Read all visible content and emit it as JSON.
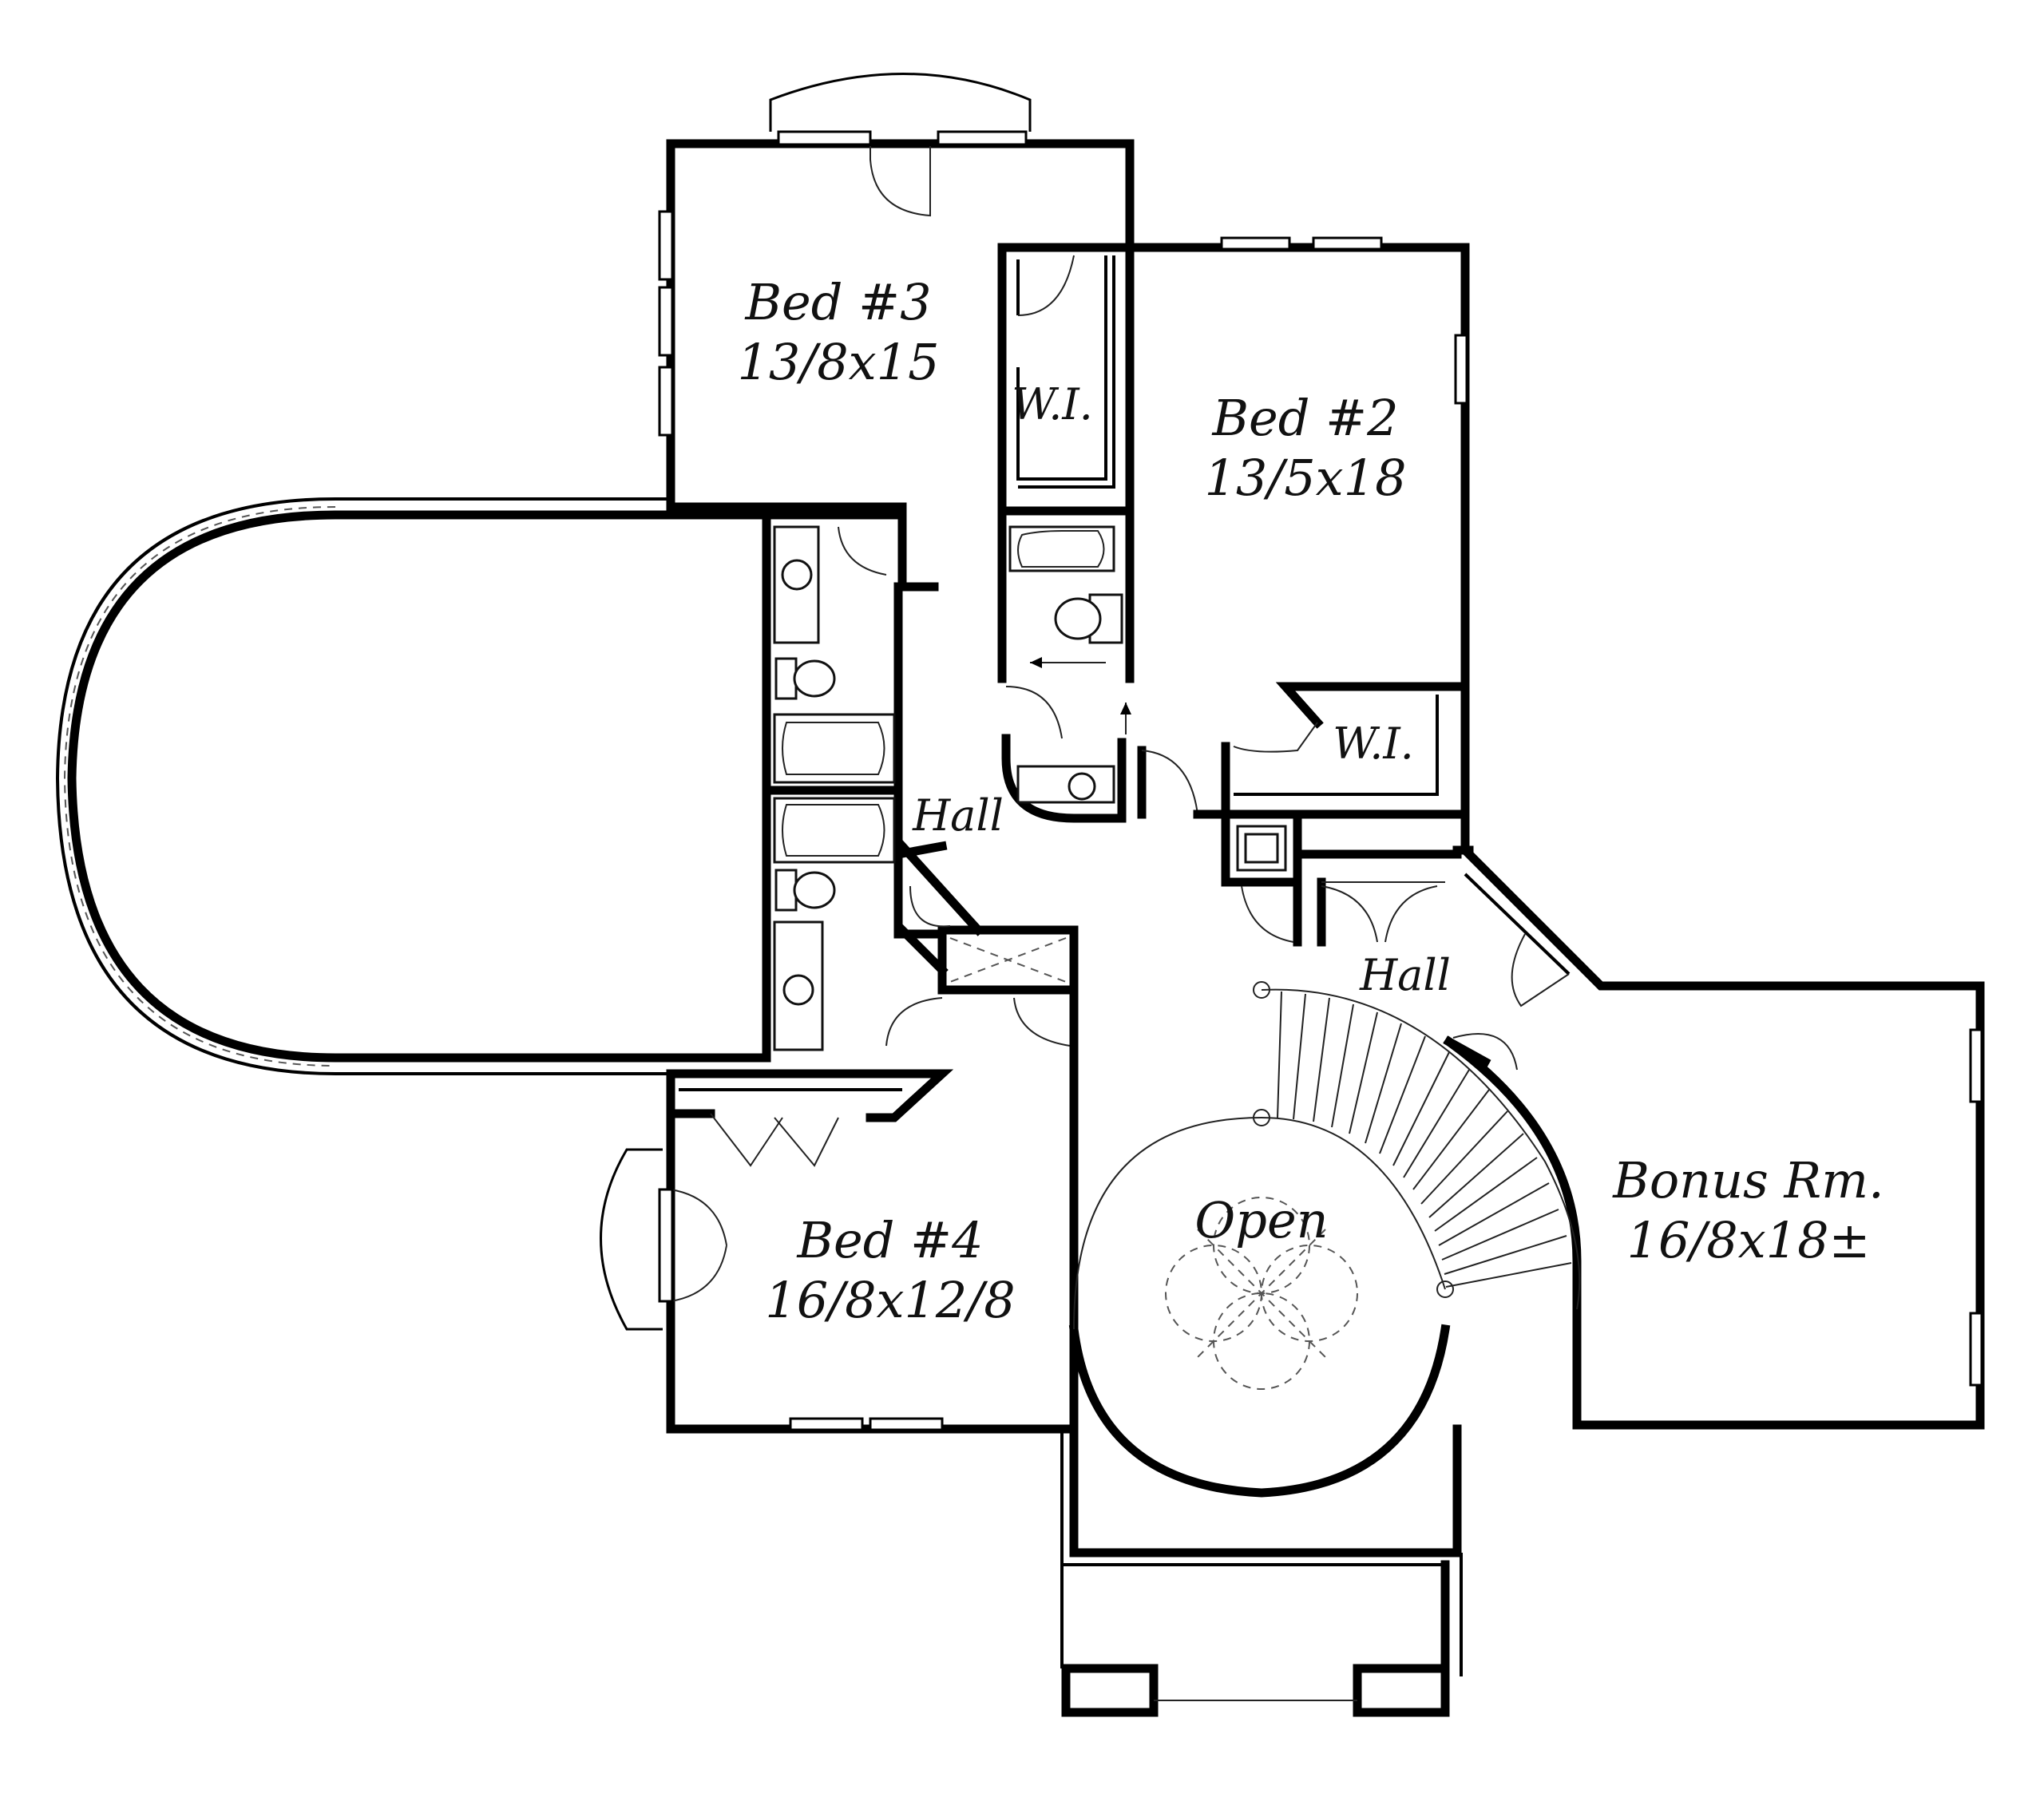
{
  "rooms": {
    "bed3": {
      "name": "Bed #3",
      "size": "13/8x15"
    },
    "bed2": {
      "name": "Bed #2",
      "size": "13/5x18"
    },
    "bed4": {
      "name": "Bed #4",
      "size": "16/8x12/8"
    },
    "bonus": {
      "name": "Bonus Rm.",
      "size": "16/8x18±"
    },
    "wi_left": {
      "name": "W.I."
    },
    "wi_right": {
      "name": "W.I."
    },
    "hall_upper": {
      "name": "Hall"
    },
    "hall_lower": {
      "name": "Hall"
    },
    "open": {
      "name": "Open"
    }
  },
  "colors": {
    "wall": "#000000",
    "background": "#ffffff"
  }
}
